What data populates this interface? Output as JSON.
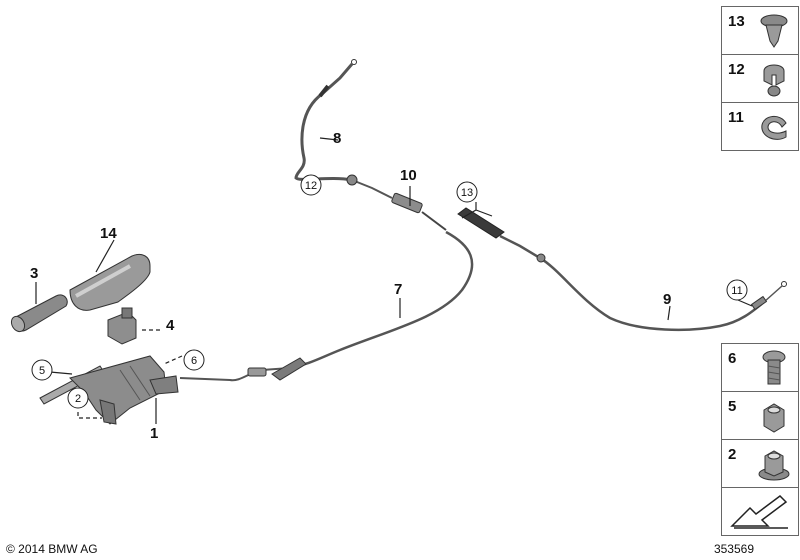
{
  "callouts": {
    "c1": "1",
    "c2": "2",
    "c3": "3",
    "c4": "4",
    "c5": "5",
    "c6": "6",
    "c7": "7",
    "c8": "8",
    "c9": "9",
    "c10": "10",
    "c11": "11",
    "c12": "12",
    "c13": "13",
    "c14": "14"
  },
  "legend_top": [
    {
      "num": "13",
      "icon": "push-rivet-icon"
    },
    {
      "num": "12",
      "icon": "cable-clip-icon"
    },
    {
      "num": "11",
      "icon": "c-clip-icon"
    }
  ],
  "legend_bottom": [
    {
      "num": "6",
      "icon": "torx-bolt-icon"
    },
    {
      "num": "5",
      "icon": "hex-nut-icon"
    },
    {
      "num": "2",
      "icon": "flange-nut-icon"
    }
  ],
  "footer": {
    "copyright": "© 2014 BMW AG",
    "diagram_number": "353569"
  },
  "colors": {
    "line": "#333333",
    "part_fill": "#b0b0b0",
    "part_dark": "#6e6e6e"
  }
}
